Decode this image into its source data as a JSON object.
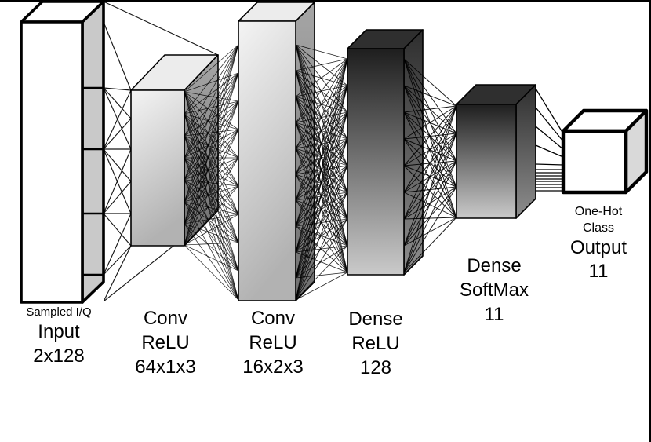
{
  "figure": {
    "type": "neural-network-architecture-diagram",
    "description": "CNN for modulation classification: sampled I/Q input, two convolutional layers, two dense layers, one-hot output",
    "background_color": "#ffffff",
    "frame_border_color": "#000000",
    "connection_line_color": "#000000"
  },
  "layers": [
    {
      "name": "input",
      "label_small": [
        "Sampled I/Q"
      ],
      "label": [
        "Input",
        "2x128"
      ],
      "shade": "white-box"
    },
    {
      "name": "conv1",
      "label": [
        "Conv",
        "ReLU",
        "64x1x3"
      ],
      "shade": "light-gray-gradient"
    },
    {
      "name": "conv2",
      "label": [
        "Conv",
        "ReLU",
        "16x2x3"
      ],
      "shade": "light-gray-gradient"
    },
    {
      "name": "dense-relu",
      "label": [
        "Dense",
        "ReLU",
        "128"
      ],
      "shade": "dark-gray-gradient"
    },
    {
      "name": "dense-softmax",
      "label": [
        "Dense",
        "SoftMax",
        "11"
      ],
      "shade": "dark-gray-gradient"
    },
    {
      "name": "output",
      "label_small": [
        "One-Hot",
        "Class"
      ],
      "label": [
        "Output",
        "11"
      ],
      "shade": "white-cube"
    }
  ],
  "colors": {
    "box_outline": "#000000",
    "white_face": "#ffffff",
    "input_side_face": "#c9c9c9",
    "cube_side_face": "#d9d9d9",
    "light_front_top": "#f4f4f4",
    "light_front_bottom": "#b2b2b2",
    "light_side_top": "#a6a6a6",
    "light_side_bottom": "#6e6e6e",
    "light_top_face": "#ececec",
    "dark_front_top": "#1e1e1e",
    "dark_front_bottom": "#cacaca",
    "dark_side_top": "#2e2e2e",
    "dark_side_bottom": "#8e8e8e",
    "dark_top_face": "#2f2f2f"
  }
}
